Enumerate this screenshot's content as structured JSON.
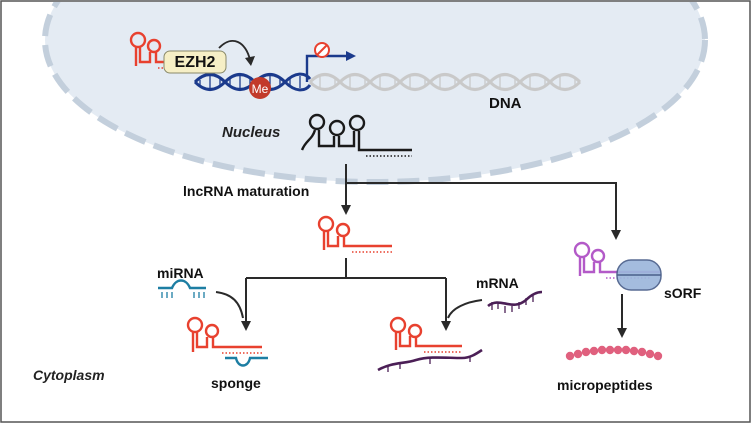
{
  "labels": {
    "ezh2": "EZH2",
    "me": "Me",
    "dna": "DNA",
    "nucleus": "Nucleus",
    "maturation": "lncRNA maturation",
    "mirna": "miRNA",
    "mrna": "mRNA",
    "sorf": "sORF",
    "sponge": "sponge",
    "cytoplasm": "Cytoplasm",
    "micropeptides": "micropeptides"
  },
  "colors": {
    "nucleus_fill": "#e4ebf3",
    "nucleus_border": "#c3cfdc",
    "lncrna_red": "#e8412f",
    "dna_blue": "#1b3a8c",
    "dna_grey": "#c9c9c9",
    "mirna_teal": "#1d7ea3",
    "mrna_purple": "#4b1f56",
    "sorf_violet": "#b35ac8",
    "ribosome_blue": "#9db7dc",
    "peptide_pink": "#e0607e",
    "arrow_dark": "#2a2a2a",
    "ezh2_box": "#f6efc6",
    "me_red": "#c23a2a"
  }
}
